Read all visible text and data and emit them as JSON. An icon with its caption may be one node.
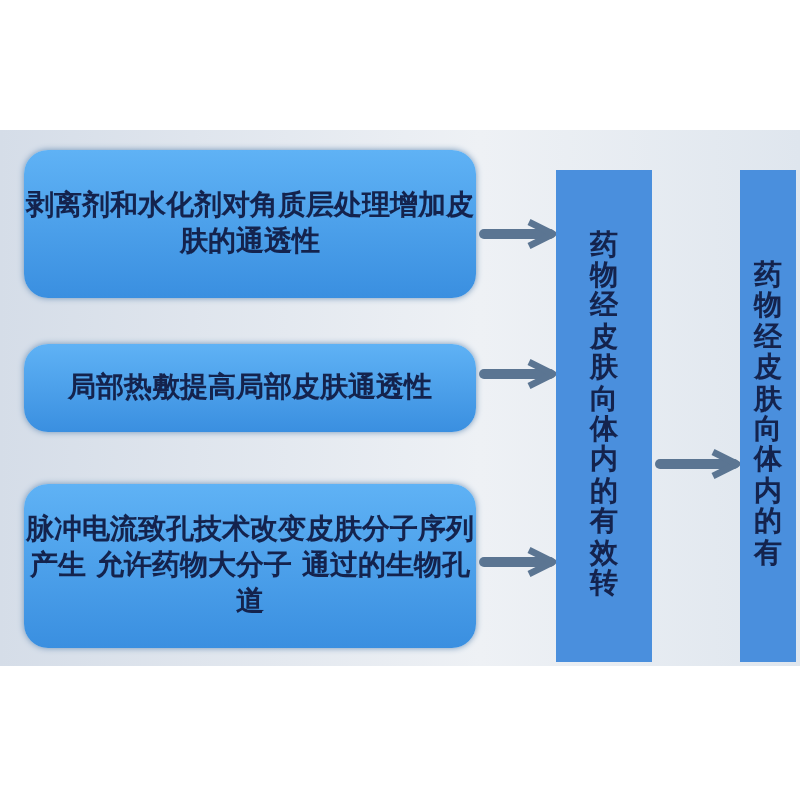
{
  "diagram": {
    "nodes": [
      {
        "text": [
          "剥离剂和水化剂对角质层处理增加皮肤的通透性"
        ]
      },
      {
        "text": [
          "局部热敷提高局部皮肤通透性"
        ]
      },
      {
        "text": [
          "脉冲电流致孔技术改变皮肤分子序列产生 允许药物大分子 通过的生物孔道"
        ]
      },
      {
        "text": [
          "药物经皮肤向体内的有效转"
        ]
      },
      {
        "text": [
          "药物经皮肤向体内的有"
        ]
      }
    ],
    "edges": [
      {
        "from": 0,
        "to": 3,
        "arrow": "to"
      },
      {
        "from": 1,
        "to": 3,
        "arrow": "to"
      },
      {
        "from": 2,
        "to": 3,
        "arrow": "to"
      },
      {
        "from": 3,
        "to": 4,
        "arrow": "to"
      }
    ]
  }
}
